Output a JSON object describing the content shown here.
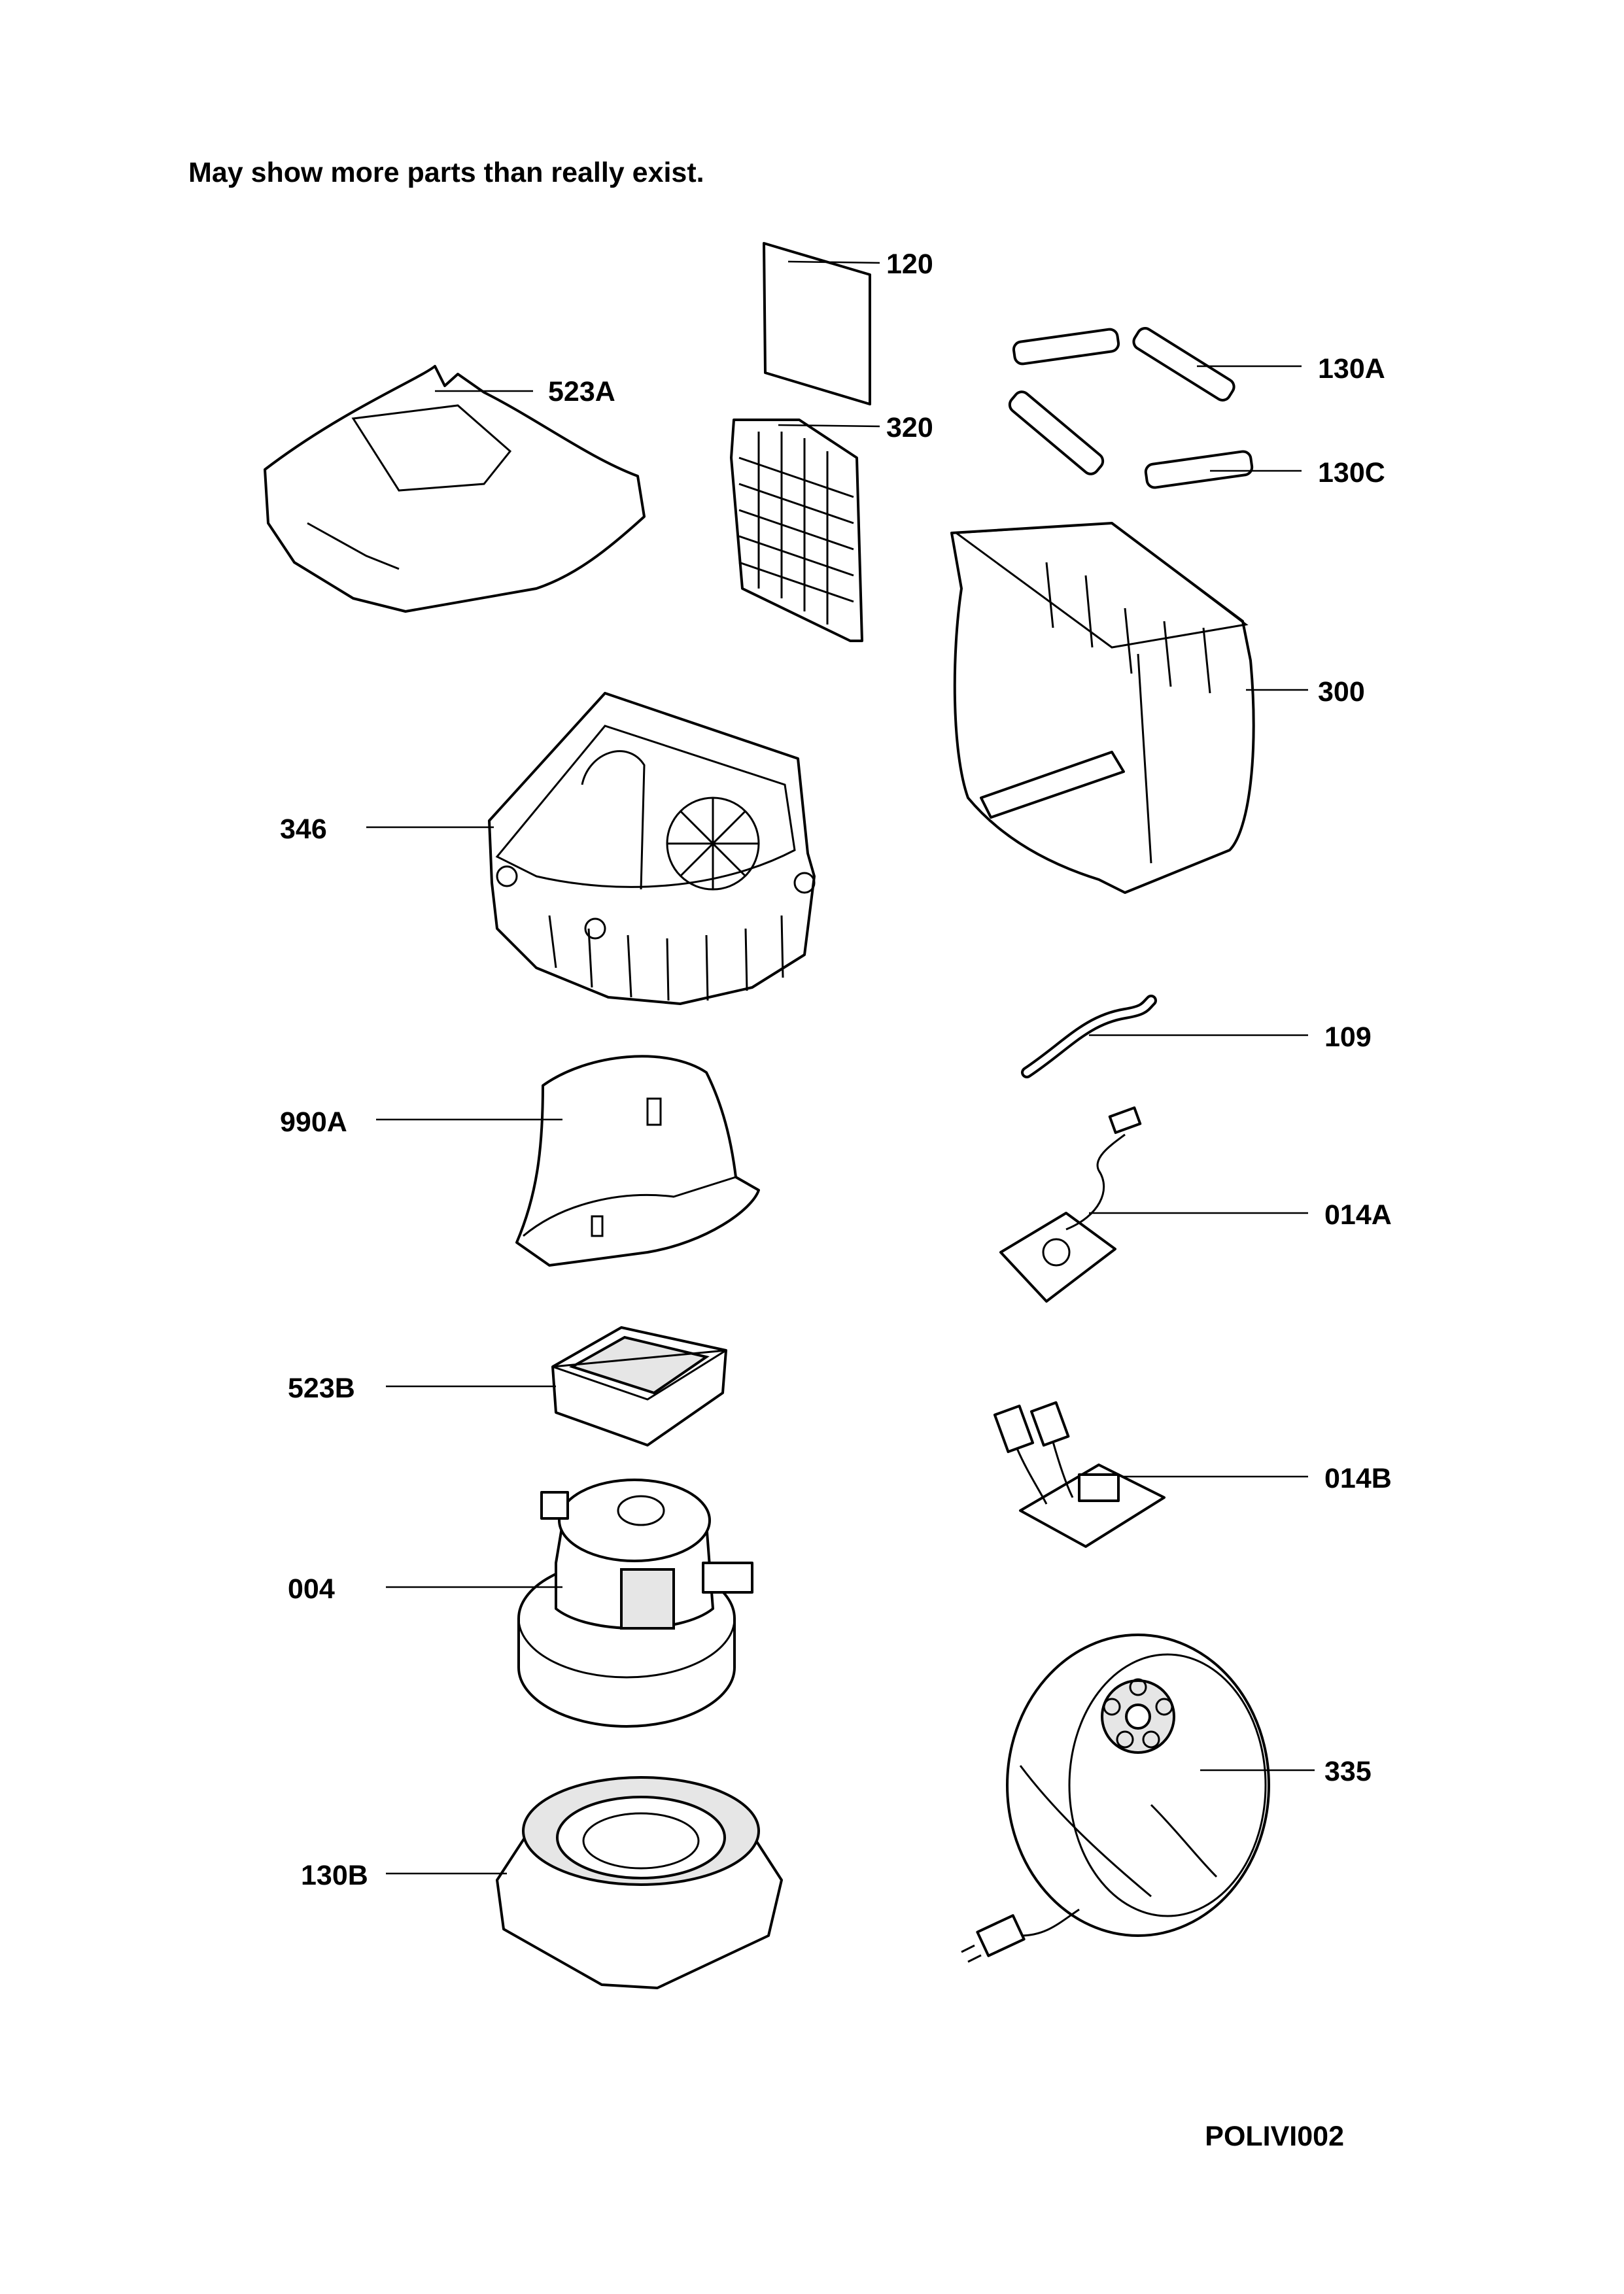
{
  "note": "May show more parts than really exist.",
  "drawing_code": "POLIVI002",
  "parts": [
    {
      "id": "120"
    },
    {
      "id": "523A"
    },
    {
      "id": "320"
    },
    {
      "id": "130A"
    },
    {
      "id": "130C"
    },
    {
      "id": "300"
    },
    {
      "id": "346"
    },
    {
      "id": "109"
    },
    {
      "id": "990A"
    },
    {
      "id": "014A"
    },
    {
      "id": "523B"
    },
    {
      "id": "014B"
    },
    {
      "id": "004"
    },
    {
      "id": "335"
    },
    {
      "id": "130B"
    }
  ]
}
